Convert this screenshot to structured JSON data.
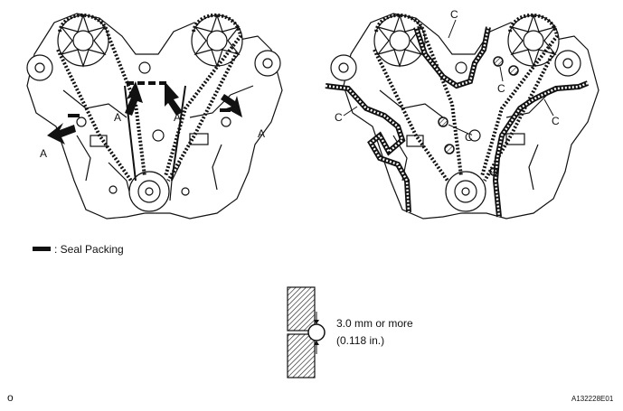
{
  "callouts": {
    "left": {
      "a": "A"
    },
    "right": {
      "c": "C"
    }
  },
  "legend": {
    "seal_packing": ": Seal Packing"
  },
  "detail": {
    "gap_line1": "3.0 mm or more",
    "gap_line2": "(0.118 in.)"
  },
  "footer": {
    "left_mark": "o",
    "figure_id": "A132228E01"
  },
  "colors": {
    "ink": "#111111",
    "paper": "#ffffff"
  }
}
